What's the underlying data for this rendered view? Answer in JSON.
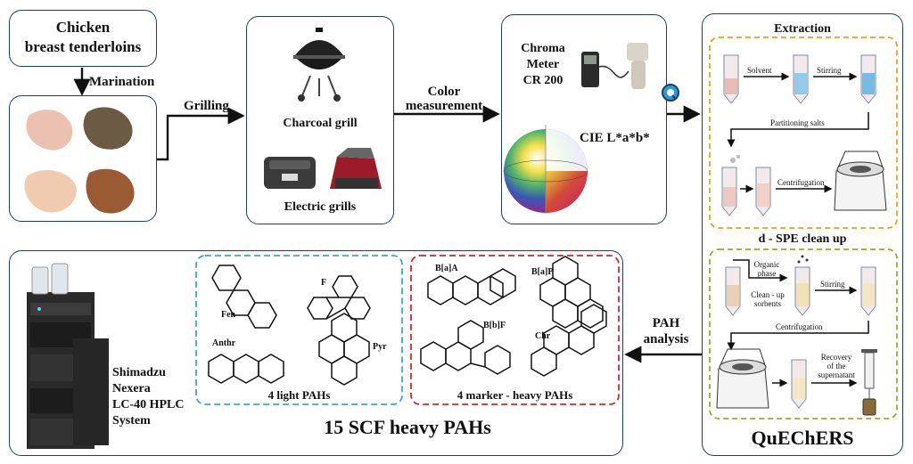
{
  "input": {
    "title_line1": "Chicken",
    "title_line2": "breast tenderloins"
  },
  "steps": {
    "marination": "Marination",
    "grilling": "Grilling",
    "color_measurement_line1": "Color",
    "color_measurement_line2": "measurement",
    "pah_analysis_line1": "PAH",
    "pah_analysis_line2": "analysis"
  },
  "grills": {
    "charcoal": "Charcoal grill",
    "electric": "Electric grills"
  },
  "color": {
    "device_line1": "Chroma",
    "device_line2": "Meter",
    "device_line3": "CR 200",
    "space": "CIE L*a*b*"
  },
  "quechers": {
    "title": "QuEChERS",
    "extraction": {
      "title": "Extraction",
      "solvent": "Solvent",
      "stirring": "Stirring",
      "partitioning": "Partitioning salts",
      "centrifugation": "Centrifugation"
    },
    "dspe": {
      "title": "d - SPE clean up",
      "organic_line1": "Organic",
      "organic_line2": "phase",
      "sorbents_line1": "Clean - up",
      "sorbents_line2": "sorbents",
      "stirring": "Stirring",
      "centrifugation": "Centrifugation",
      "recovery_line1": "Recovery",
      "recovery_line2": "of the",
      "recovery_line3": "supernatant"
    }
  },
  "hplc": {
    "line1": "Shimadzu",
    "line2": "Nexera",
    "line3": "LC-40 HPLC",
    "line4": "System"
  },
  "pahs": {
    "title": "15 SCF heavy PAHs",
    "light_group": "4 light PAHs",
    "heavy_group": "4 marker - heavy PAHs",
    "light": [
      "Fen",
      "F",
      "Anthr",
      "Pyr"
    ],
    "heavy": [
      "B[a]A",
      "B[a]P",
      "B[b]F",
      "Chr"
    ]
  },
  "colors": {
    "frame": "#1f3b73",
    "extraction_dash": "#e8a317",
    "dspe_dash": "#9aab2a",
    "light_dash": "#3aa7d6",
    "heavy_dash": "#d8262a"
  }
}
